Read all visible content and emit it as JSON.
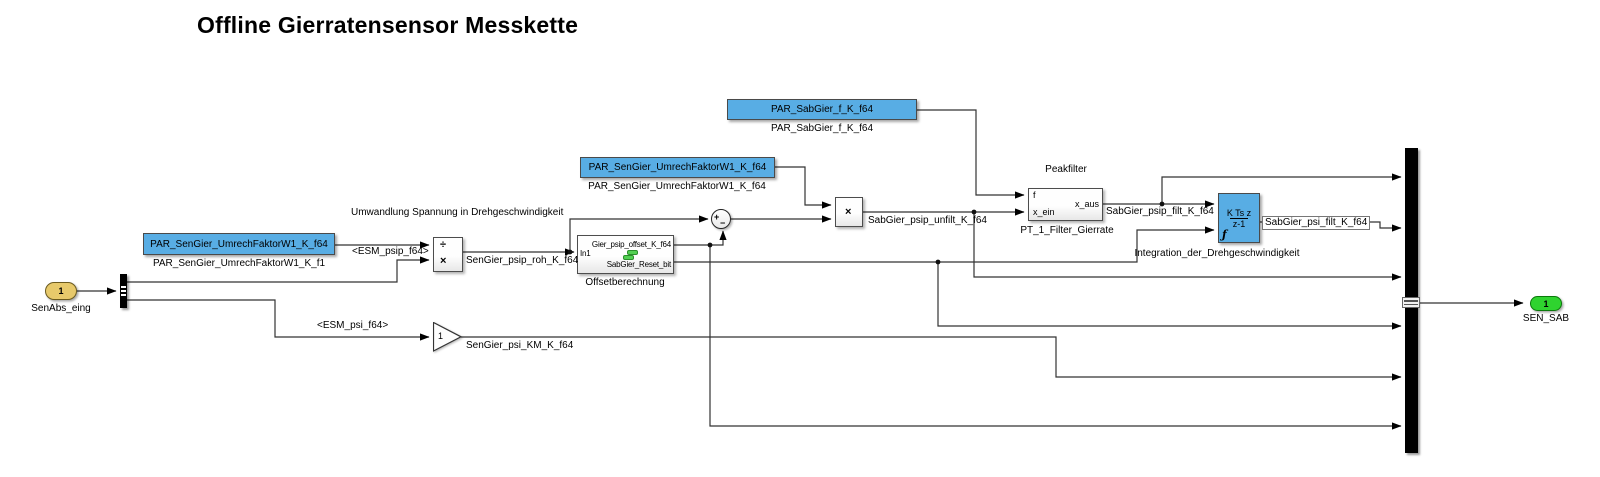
{
  "title": "Offline Gierratensensor Messkette",
  "annotations": {
    "umwandlung": "Umwandlung Spannung in Drehgeschwindigkeit",
    "peakfilter_title": "Peakfilter"
  },
  "blocks": {
    "const_umrech_1": {
      "text": "PAR_SenGier_UmrechFaktorW1_K_f64",
      "label": "PAR_SenGier_UmrechFaktorW1_K_f1"
    },
    "const_umrech_2": {
      "text": "PAR_SenGier_UmrechFaktorW1_K_f64",
      "label": "PAR_SenGier_UmrechFaktorW1_K_f64"
    },
    "const_sabgier_f": {
      "text": "PAR_SabGier_f_K_f64",
      "label": "PAR_SabGier_f_K_f64"
    },
    "divide": {
      "op_top": "÷",
      "op_bottom": "×"
    },
    "sum": {
      "plus": "+",
      "minus": "−"
    },
    "product": {
      "op": "×"
    },
    "offset": {
      "out_top": "Gier_psip_offset_K_f64",
      "in1": "In1",
      "out_bottom": "SabGier_Reset_bit",
      "label": "Offsetberechnung"
    },
    "peakfilter": {
      "title": "Peakfilter",
      "port_f": "f",
      "port_xein": "x_ein",
      "port_xaus": "x_aus",
      "label": "PT_1_Filter_Gierrate"
    },
    "integrator": {
      "num": "K Ts z",
      "den": "z-1",
      "reset_glyph": "ƒ",
      "label": "Integration_der_Drehgeschwindigkeit"
    },
    "gain": {
      "value": "1",
      "label": ""
    },
    "inport": {
      "num": "1",
      "label": "SenAbs_eing"
    },
    "outport": {
      "num": "1",
      "label": "SEN_SAB"
    }
  },
  "signal_labels": {
    "esm_psip": "<ESM_psip_f64>",
    "esm_psi": "<ESM_psi_f64>",
    "roh": "SenGier_psip_roh_K_f64",
    "psi_km": "SenGier_psi_KM_K_f64",
    "unfilt": "SabGier_psip_unfilt_K_f64",
    "psip_filt": "SabGier_psip_filt_K_f64",
    "psi_filt": "SabGier_psi_filt_K_f64"
  },
  "colors": {
    "block_blue": "#58ade4",
    "inport_yellow": "#e7c96b",
    "outport_green": "#2fd32f",
    "wire": "#333333",
    "badge_green": "#52d052"
  }
}
